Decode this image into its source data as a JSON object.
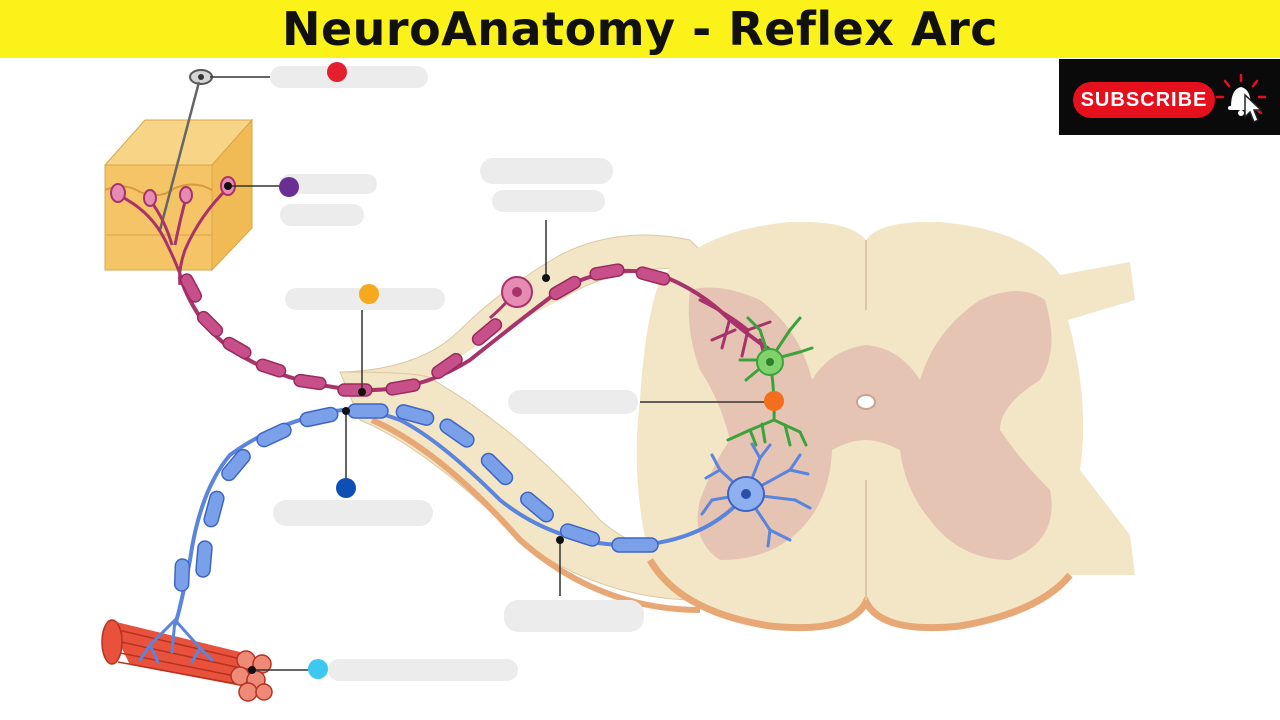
{
  "header": {
    "title": "NeuroAnatomy - Reflex Arc"
  },
  "subscribe": {
    "label": "SUBSCRIBE"
  },
  "icons": {
    "bell": "bell-icon",
    "cursor": "hand-cursor-icon"
  },
  "colors": {
    "title_bg": "#fbf21a",
    "subscribe_red": "#e5101c",
    "sensory_neuron": "#a8336a",
    "motor_neuron": "#5b84dc",
    "interneuron": "#3ca33c",
    "white_matter": "#f2e6c6",
    "gray_matter": "#e6c4b4",
    "skin": "#f5c466",
    "muscle": "#e8523c"
  },
  "markers": [
    {
      "id": "receptor",
      "color": "#e5202e"
    },
    {
      "id": "skin-receptor",
      "color": "#6a2f94"
    },
    {
      "id": "sensory-neuron",
      "color": "#f6a81e"
    },
    {
      "id": "interneuron",
      "color": "#f56e1e"
    },
    {
      "id": "motor-neuron",
      "color": "#0d4fb5"
    },
    {
      "id": "effector",
      "color": "#3cc8f0"
    }
  ]
}
